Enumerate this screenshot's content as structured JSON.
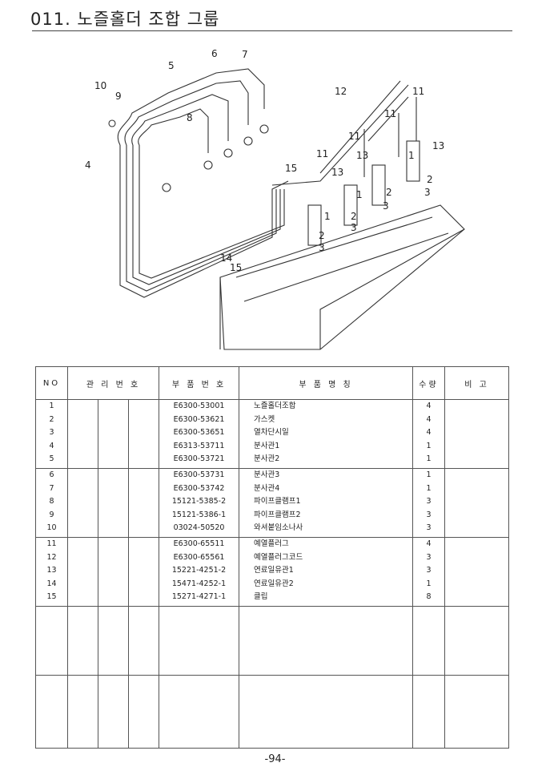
{
  "title": "011. 노즐홀더 조합 그룹",
  "callouts": [
    "10",
    "9",
    "5",
    "6",
    "7",
    "8",
    "4",
    "12",
    "11",
    "11",
    "13",
    "11",
    "15",
    "13",
    "11",
    "13",
    "2",
    "3",
    "1",
    "2",
    "3",
    "1",
    "2",
    "3",
    "1",
    "2",
    "3",
    "14",
    "15"
  ],
  "table": {
    "headers": {
      "no": "NO",
      "mgmt": "관 리 번 호",
      "part_no": "부 품 번 호",
      "name": "부 품 명 칭",
      "qty": "수량",
      "remark": "비 고"
    },
    "groups": [
      {
        "rows": [
          {
            "no": "1",
            "part_no": "E6300-53001",
            "name": "노즐홀더조합",
            "qty": "4"
          },
          {
            "no": "2",
            "part_no": "E6300-53621",
            "name": "가스켓",
            "qty": "4"
          },
          {
            "no": "3",
            "part_no": "E6300-53651",
            "name": "열차단시일",
            "qty": "4"
          },
          {
            "no": "4",
            "part_no": "E6313-53711",
            "name": "분사관1",
            "qty": "1"
          },
          {
            "no": "5",
            "part_no": "E6300-53721",
            "name": "분사관2",
            "qty": "1"
          }
        ]
      },
      {
        "rows": [
          {
            "no": "6",
            "part_no": "E6300-53731",
            "name": "분사관3",
            "qty": "1"
          },
          {
            "no": "7",
            "part_no": "E6300-53742",
            "name": "분사관4",
            "qty": "1"
          },
          {
            "no": "8",
            "part_no": "15121-5385-2",
            "name": "파이프클램프1",
            "qty": "3"
          },
          {
            "no": "9",
            "part_no": "15121-5386-1",
            "name": "파이프클램프2",
            "qty": "3"
          },
          {
            "no": "10",
            "part_no": "03024-50520",
            "name": "와셔붙임소나사",
            "qty": "3"
          }
        ]
      },
      {
        "rows": [
          {
            "no": "11",
            "part_no": "E6300-65511",
            "name": "예열플러그",
            "qty": "4"
          },
          {
            "no": "12",
            "part_no": "E6300-65561",
            "name": "예열플러그코드",
            "qty": "3"
          },
          {
            "no": "13",
            "part_no": "15221-4251-2",
            "name": "연료일유관1",
            "qty": "3"
          },
          {
            "no": "14",
            "part_no": "15471-4252-1",
            "name": "연료일유관2",
            "qty": "1"
          },
          {
            "no": "15",
            "part_no": "15271-4271-1",
            "name": "클립",
            "qty": "8"
          }
        ]
      }
    ]
  },
  "page_number": "-94-"
}
